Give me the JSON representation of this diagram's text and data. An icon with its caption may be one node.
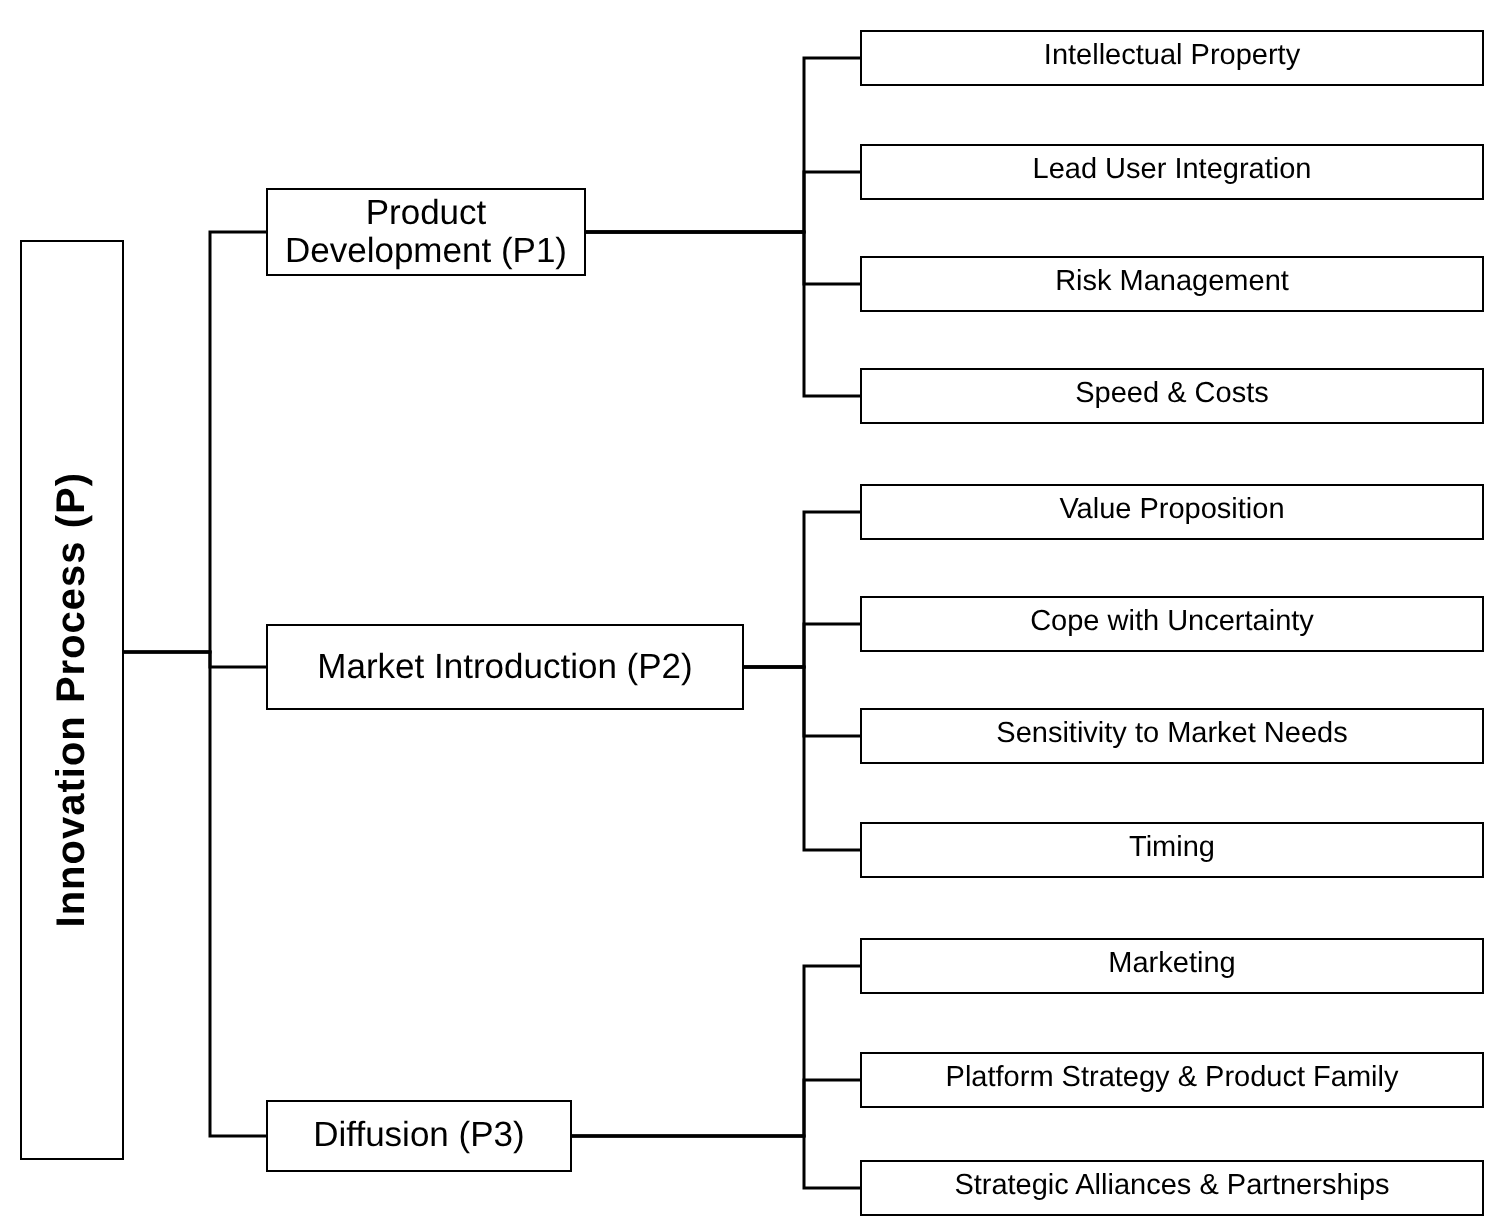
{
  "diagram": {
    "nodes": [
      {
        "text": [
          "Innovation Process (P)"
        ]
      },
      {
        "text": [
          "Product Development (P1)"
        ]
      },
      {
        "text": [
          "Intellectual Property"
        ]
      },
      {
        "text": [
          "Lead User Integration"
        ]
      },
      {
        "text": [
          "Risk Management"
        ]
      },
      {
        "text": [
          "Speed & Costs"
        ]
      },
      {
        "text": [
          "Market Introduction (P2)"
        ]
      },
      {
        "text": [
          "Value Proposition"
        ]
      },
      {
        "text": [
          "Cope with Uncertainty"
        ]
      },
      {
        "text": [
          "Sensitivity to Market Needs"
        ]
      },
      {
        "text": [
          "Timing"
        ]
      },
      {
        "text": [
          "Diffusion (P3)"
        ]
      },
      {
        "text": [
          "Marketing"
        ]
      },
      {
        "text": [
          "Platform Strategy & Product Family"
        ]
      },
      {
        "text": [
          "Strategic Alliances & Partnerships"
        ]
      }
    ],
    "edges": [
      {
        "from": 0,
        "to": 1,
        "arrow": "none"
      },
      {
        "from": 0,
        "to": 6,
        "arrow": "none"
      },
      {
        "from": 0,
        "to": 11,
        "arrow": "none"
      },
      {
        "from": 1,
        "to": 2,
        "arrow": "none"
      },
      {
        "from": 1,
        "to": 3,
        "arrow": "none"
      },
      {
        "from": 1,
        "to": 4,
        "arrow": "none"
      },
      {
        "from": 1,
        "to": 5,
        "arrow": "none"
      },
      {
        "from": 6,
        "to": 7,
        "arrow": "none"
      },
      {
        "from": 6,
        "to": 8,
        "arrow": "none"
      },
      {
        "from": 6,
        "to": 9,
        "arrow": "none"
      },
      {
        "from": 6,
        "to": 10,
        "arrow": "none"
      },
      {
        "from": 11,
        "to": 12,
        "arrow": "none"
      },
      {
        "from": 11,
        "to": 13,
        "arrow": "none"
      },
      {
        "from": 11,
        "to": 14,
        "arrow": "none"
      }
    ]
  }
}
